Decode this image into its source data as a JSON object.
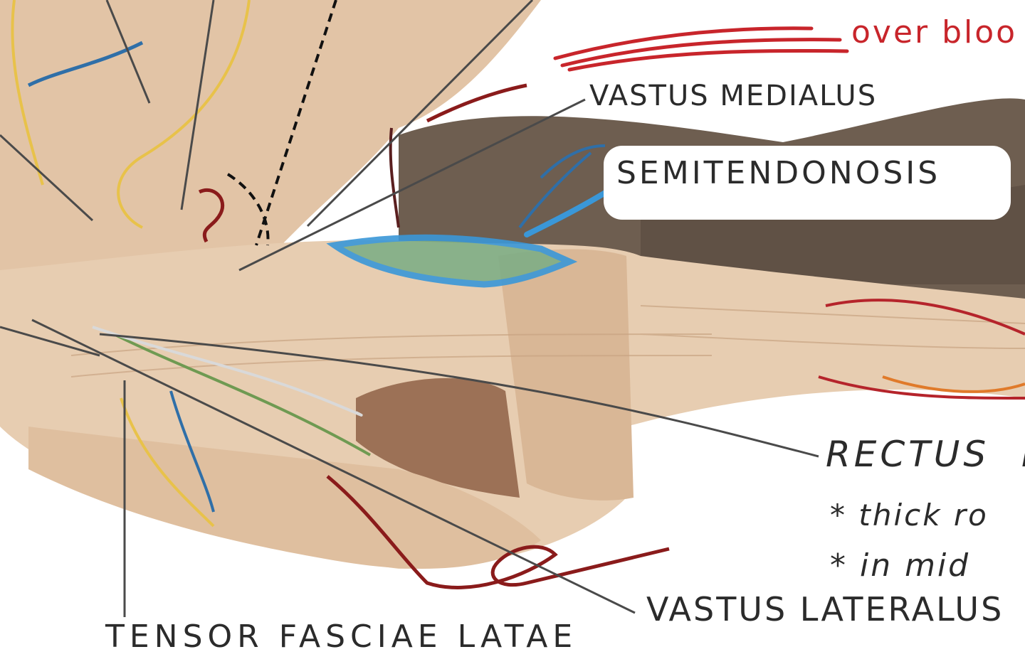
{
  "labels": {
    "vastus_medialus": "VASTUS MEDIALUS",
    "semitendonosis": "SEMITENDONOSIS",
    "rectus": "RECTUS",
    "rectus_cut": "F",
    "note_thick": "* thick ro",
    "note_mid": "* in mid",
    "vastus_lateralus": "VASTUS LATERALUS",
    "tensor_fasciae_latae": "TENSOR FASCIAE LATAE",
    "red_note": "over bloo"
  },
  "colors": {
    "muscle": "#e2c4a6",
    "muscle_dark": "#c9a483",
    "fur": "#6e5e50",
    "leader_line": "#4a4a4a",
    "red_marker": "#c8252b",
    "blue_marker": "#3a97d8",
    "yellow_wire": "#e8c24a",
    "artery_red": "#8a1b1b",
    "highlight_green": "#7fae86"
  }
}
